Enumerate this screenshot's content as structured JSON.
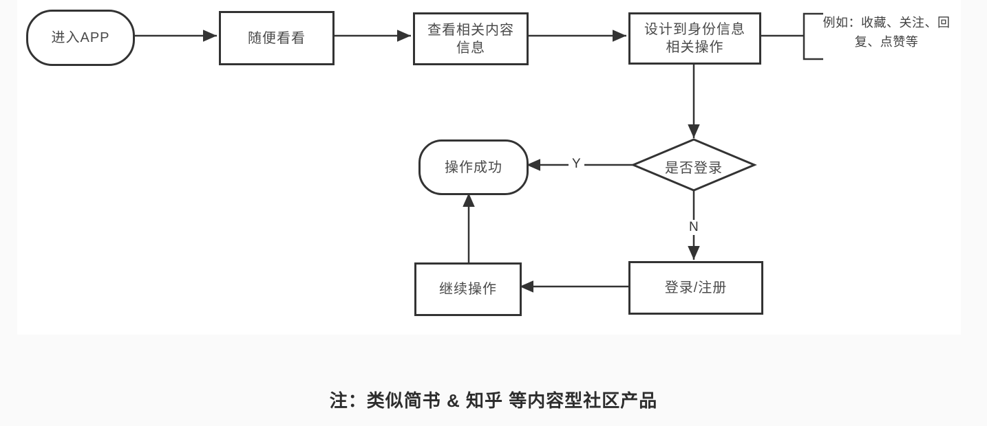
{
  "diagram": {
    "nodes": [
      {
        "id": "start",
        "shape": "terminator",
        "label": "进入APP"
      },
      {
        "id": "browse",
        "shape": "process",
        "label": "随便看看"
      },
      {
        "id": "view-content",
        "shape": "process",
        "label": "查看相关内容\n信息"
      },
      {
        "id": "identity-ops",
        "shape": "process",
        "label": "设计到身份信息\n相关操作"
      },
      {
        "id": "login-check",
        "shape": "decision",
        "label": "是否登录"
      },
      {
        "id": "success",
        "shape": "terminator",
        "label": "操作成功"
      },
      {
        "id": "login-register",
        "shape": "process",
        "label": "登录/注册"
      },
      {
        "id": "continue-ops",
        "shape": "process",
        "label": "继续操作"
      }
    ],
    "annotation": {
      "label": "例如：收藏、关注、回\n复、点赞等"
    },
    "branch_labels": {
      "yes": "Y",
      "no": "N"
    },
    "edges": [
      {
        "from": "start",
        "to": "browse"
      },
      {
        "from": "browse",
        "to": "view-content"
      },
      {
        "from": "view-content",
        "to": "identity-ops"
      },
      {
        "from": "identity-ops",
        "to": "login-check"
      },
      {
        "from": "login-check",
        "to": "success",
        "label": "Y"
      },
      {
        "from": "login-check",
        "to": "login-register",
        "label": "N"
      },
      {
        "from": "login-register",
        "to": "continue-ops"
      },
      {
        "from": "continue-ops",
        "to": "success"
      },
      {
        "from": "identity-ops",
        "to": "annotation"
      }
    ]
  },
  "note": "注：类似简书 & 知乎 等内容型社区产品",
  "colors": {
    "stroke": "#333333",
    "node_text": "#4a4a4a",
    "note_text": "#2d2d2d",
    "canvas_bg": "#ffffff",
    "page_bg": "#fafafa"
  }
}
